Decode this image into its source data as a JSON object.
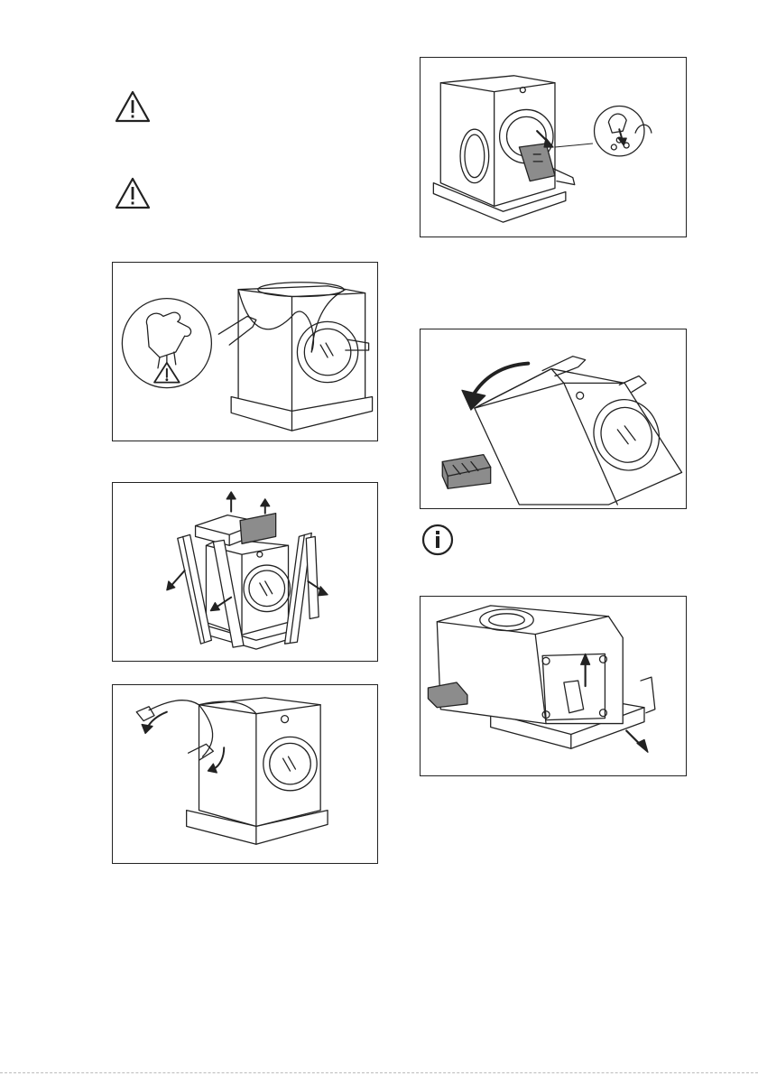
{
  "page": {
    "icons": {
      "warning_1": "warning-triangle-icon",
      "warning_2": "warning-triangle-icon",
      "info": "info-circle-icon"
    },
    "figures": [
      "unpack-cover-gloves",
      "remove-top-and-corners",
      "remove-plastic-bag",
      "remove-bag-from-drum",
      "tilt-appliance-back",
      "remove-base-polystyrene"
    ],
    "colors": {
      "line": "#222222",
      "shade": "#8c8c8c",
      "paper": "#ffffff"
    }
  }
}
